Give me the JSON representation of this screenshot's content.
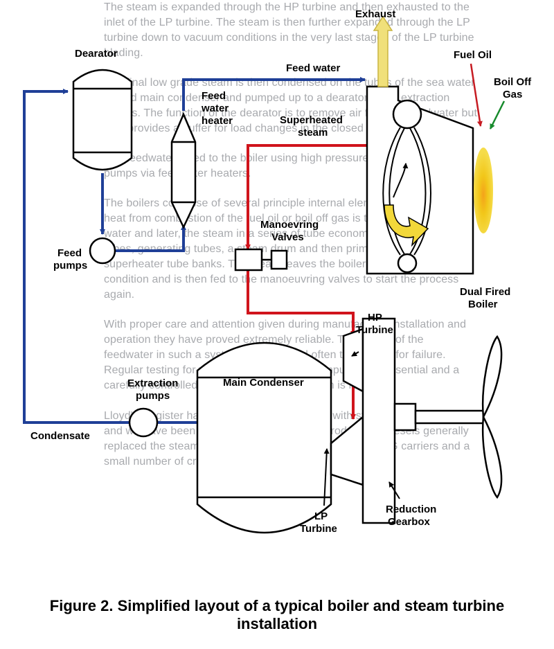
{
  "background_text": [
    "The steam is expanded through the HP turbine and then exhausted to the",
    "inlet of the LP turbine. The steam is then further expanded through the LP",
    "turbine down to vacuum conditions in the very last stages of the LP turbine",
    "blading.",
    "The final low grade steam is then condensed on the tubes of the sea water",
    "cooled main condenser and pumped up to a dearator using extraction",
    "pumps. The function of the dearator is to remove air from the feedwater but",
    "also provides a buffer for load changes in the closed system.",
    "The feedwater is fed to the boiler using high pressure turbine driven feed",
    "pumps via feedwater heaters.",
    "The boilers comprise of several principle internal elements, Figure 3. The",
    "heat from combustion of the fuel oil or boil off gas is transferred to the feed",
    "water and later, the steam in a series of tube economisers, water wall",
    "tubes, generating tubes, a steam drum and then primary and secondary",
    "superheater tube banks. The steam leaves the boiler in the superheated",
    "condition and is then fed to the manoeuvring valves to start the process",
    "again.",
    "With proper care and attention given during manufacture, installation and",
    "operation they have proved extremely reliable. The quality of the",
    "feedwater in such a system is critical and often the reason for failure.",
    "Regular testing for water contaminants and impurities is essential and a",
    "carefully controlled chemical treatment system is required.",
    "Lloyd's Register has considerable experience with steam turbine machinery",
    "and we have been involved since their first introduction. Diesels generally",
    "replaced the steam turbine for vessel types other than LNG carriers and a",
    "small number of cruise ships."
  ],
  "labels": {
    "exhaust": "Exhaust",
    "dearator": "Dearator",
    "feed_water": "Feed water",
    "fuel_oil": "Fuel Oil",
    "boil_off_gas_1": "Boil Off",
    "boil_off_gas_2": "Gas",
    "feed_water_heater_1": "Feed",
    "feed_water_heater_2": "water",
    "feed_water_heater_3": "heater",
    "superheated_steam_1": "Superheated",
    "superheated_steam_2": "steam",
    "feed_pumps_1": "Feed",
    "feed_pumps_2": "pumps",
    "manoeuvring_valves_1": "Manoevring",
    "manoeuvring_valves_2": "Valves",
    "dual_fired_boiler_1": "Dual Fired",
    "dual_fired_boiler_2": "Boiler",
    "hp_turbine_1": "HP",
    "hp_turbine_2": "Turbine",
    "main_condenser": "Main Condenser",
    "extraction_pumps_1": "Extraction",
    "extraction_pumps_2": "pumps",
    "condensate": "Condensate",
    "lp_turbine_1": "LP",
    "lp_turbine_2": "Turbine",
    "reduction_gearbox_1": "Reduction",
    "reduction_gearbox_2": "Gearbox"
  },
  "caption": {
    "line1": "Figure 2.  Simplified layout of a typical boiler and steam turbine",
    "line2": "installation"
  },
  "colors": {
    "feed_line": "#1f3f97",
    "steam_line": "#d0141c",
    "flame": "#f2c71a",
    "exhaust_arrow": "#f0e07a",
    "fuel_arrow": "#c61b22",
    "gas_arrow": "#178a2c"
  }
}
